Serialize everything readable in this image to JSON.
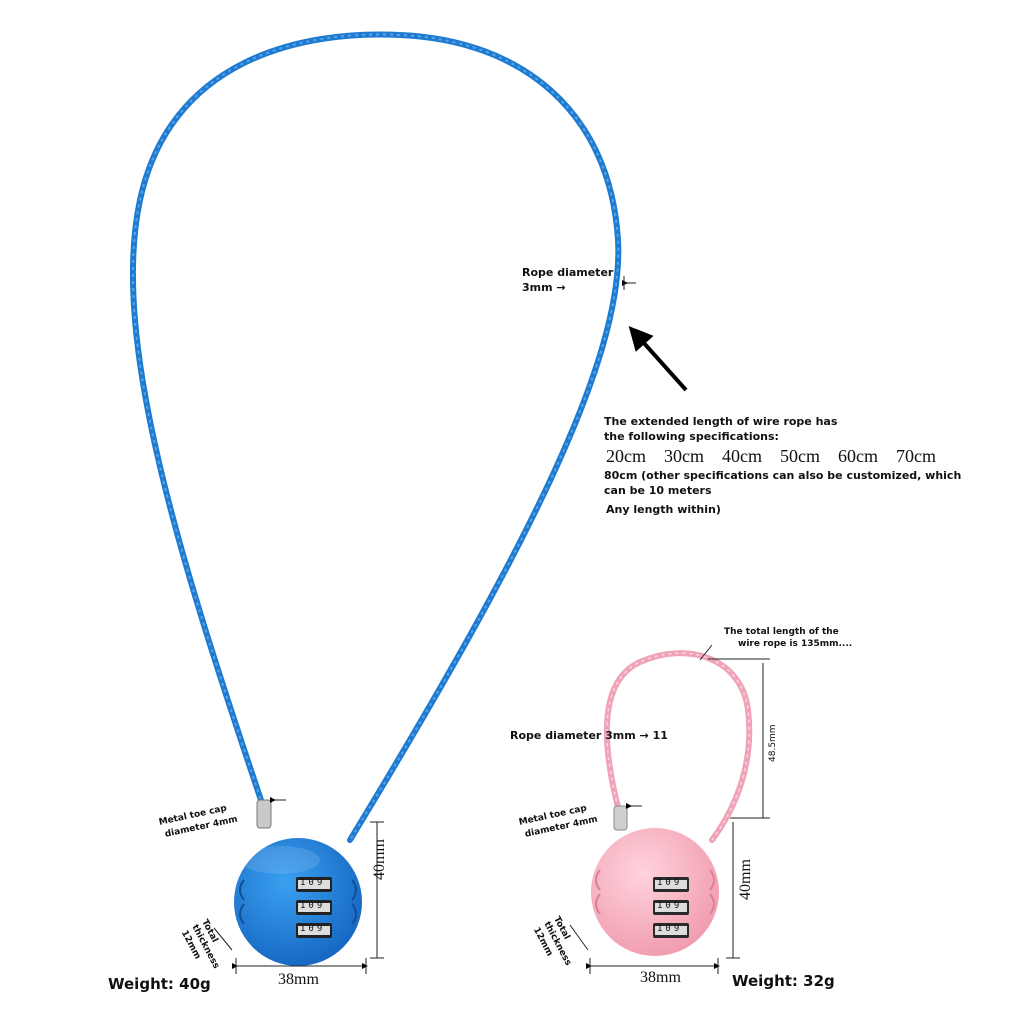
{
  "annotations": {
    "rope_diameter_title": "Rope diameter",
    "rope_diameter_value": "3mm →",
    "extended_length_line1": "The extended length of wire rope has",
    "extended_length_line2": "the following specifications:",
    "lengths": [
      "20cm",
      "30cm",
      "40cm",
      "50cm",
      "60cm",
      "70cm"
    ],
    "custom_line1": "80cm (other specifications can also be customized, which",
    "custom_line2": "can be 10 meters",
    "any_length": "Any length within)"
  },
  "blue_lock": {
    "color": "#1e7fd6",
    "cap_label_line1": "Metal toe cap",
    "cap_label_line2": "diameter 4mm",
    "thickness_label": "Total thickness 12mm",
    "height": "40mm",
    "width": "38mm",
    "weight": "Weight: 40g",
    "code_rows": [
      "109",
      "109",
      "109"
    ]
  },
  "pink_lock": {
    "color": "#f4a9bb",
    "total_length_line1": "The total length of the",
    "total_length_line2": "wire rope is 135mm....",
    "rope_diameter": "Rope diameter 3mm → 11",
    "cap_label_line1": "Metal toe cap",
    "cap_label_line2": "diameter 4mm",
    "thickness_label": "Total thickness 12mm",
    "loop_height": "48.5mm",
    "height": "40mm",
    "width": "38mm",
    "weight": "Weight: 32g",
    "code_rows": [
      "109",
      "109",
      "109"
    ]
  }
}
